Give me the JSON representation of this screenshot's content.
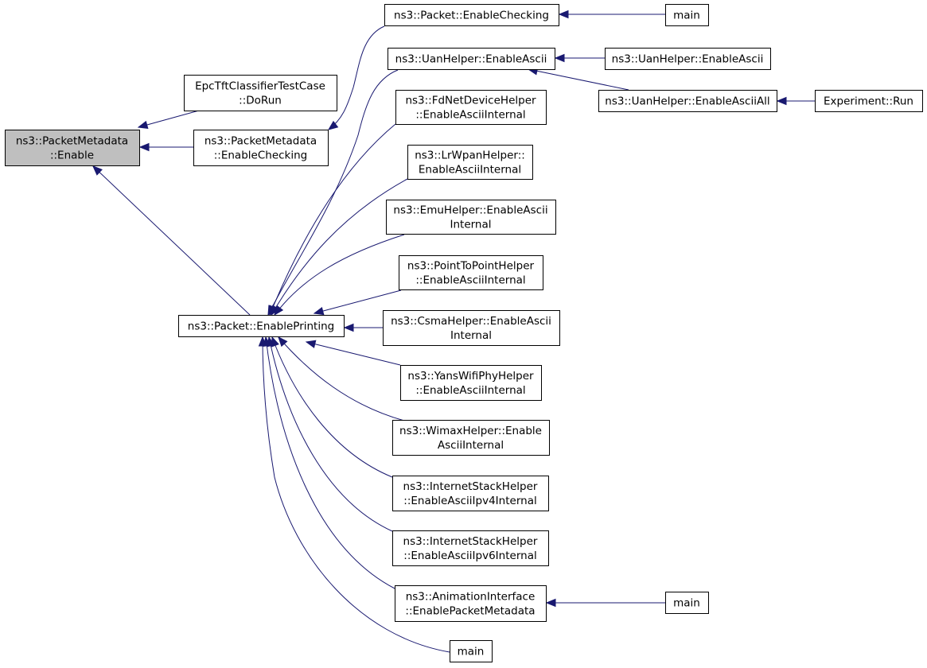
{
  "colors": {
    "edge": "#191970",
    "highlight_fill": "#bfbfbf",
    "node_border": "#000000",
    "node_fill": "#ffffff"
  },
  "nodes": {
    "pm_enable": {
      "lines": [
        "ns3::PacketMetadata",
        "::Enable"
      ],
      "highlight": true
    },
    "epc_dorun": {
      "lines": [
        "EpcTftClassifierTestCase",
        "::DoRun"
      ]
    },
    "pm_enablechecking": {
      "lines": [
        "ns3::PacketMetadata",
        "::EnableChecking"
      ]
    },
    "pkt_enablechecking": {
      "lines": [
        "ns3::Packet::EnableChecking"
      ]
    },
    "main_top": {
      "lines": [
        "main"
      ]
    },
    "uan_ascii_a": {
      "lines": [
        "ns3::UanHelper::EnableAscii"
      ]
    },
    "uan_ascii_b": {
      "lines": [
        "ns3::UanHelper::EnableAscii"
      ]
    },
    "uan_ascii_all": {
      "lines": [
        "ns3::UanHelper::EnableAsciiAll"
      ]
    },
    "experiment_run": {
      "lines": [
        "Experiment::Run"
      ]
    },
    "fdnet": {
      "lines": [
        "ns3::FdNetDeviceHelper",
        "::EnableAsciiInternal"
      ]
    },
    "lrwpan": {
      "lines": [
        "ns3::LrWpanHelper::",
        "EnableAsciiInternal"
      ]
    },
    "emu": {
      "lines": [
        "ns3::EmuHelper::EnableAscii",
        "Internal"
      ]
    },
    "p2p": {
      "lines": [
        "ns3::PointToPointHelper",
        "::EnableAsciiInternal"
      ]
    },
    "pkt_enableprinting": {
      "lines": [
        "ns3::Packet::EnablePrinting"
      ]
    },
    "csma": {
      "lines": [
        "ns3::CsmaHelper::EnableAscii",
        "Internal"
      ]
    },
    "yans": {
      "lines": [
        "ns3::YansWifiPhyHelper",
        "::EnableAsciiInternal"
      ]
    },
    "wimax": {
      "lines": [
        "ns3::WimaxHelper::Enable",
        "AsciiInternal"
      ]
    },
    "inet_v4": {
      "lines": [
        "ns3::InternetStackHelper",
        "::EnableAsciiIpv4Internal"
      ]
    },
    "inet_v6": {
      "lines": [
        "ns3::InternetStackHelper",
        "::EnableAsciiIpv6Internal"
      ]
    },
    "anim": {
      "lines": [
        "ns3::AnimationInterface",
        "::EnablePacketMetadata"
      ]
    },
    "main_anim": {
      "lines": [
        "main"
      ]
    },
    "main_bottom": {
      "lines": [
        "main"
      ]
    }
  },
  "edges": [
    {
      "from": "epc_dorun",
      "to": "pm_enable"
    },
    {
      "from": "pm_enablechecking",
      "to": "pm_enable"
    },
    {
      "from": "pkt_enableprinting",
      "to": "pm_enable"
    },
    {
      "from": "pkt_enablechecking",
      "to": "pm_enablechecking"
    },
    {
      "from": "main_top",
      "to": "pkt_enablechecking"
    },
    {
      "from": "uan_ascii_a",
      "to": "pkt_enableprinting"
    },
    {
      "from": "fdnet",
      "to": "pkt_enableprinting"
    },
    {
      "from": "lrwpan",
      "to": "pkt_enableprinting"
    },
    {
      "from": "emu",
      "to": "pkt_enableprinting"
    },
    {
      "from": "p2p",
      "to": "pkt_enableprinting"
    },
    {
      "from": "csma",
      "to": "pkt_enableprinting"
    },
    {
      "from": "yans",
      "to": "pkt_enableprinting"
    },
    {
      "from": "wimax",
      "to": "pkt_enableprinting"
    },
    {
      "from": "inet_v4",
      "to": "pkt_enableprinting"
    },
    {
      "from": "inet_v6",
      "to": "pkt_enableprinting"
    },
    {
      "from": "anim",
      "to": "pkt_enableprinting"
    },
    {
      "from": "main_bottom",
      "to": "pkt_enableprinting"
    },
    {
      "from": "uan_ascii_b",
      "to": "uan_ascii_a"
    },
    {
      "from": "uan_ascii_all",
      "to": "uan_ascii_a"
    },
    {
      "from": "experiment_run",
      "to": "uan_ascii_all"
    },
    {
      "from": "main_anim",
      "to": "anim"
    }
  ]
}
